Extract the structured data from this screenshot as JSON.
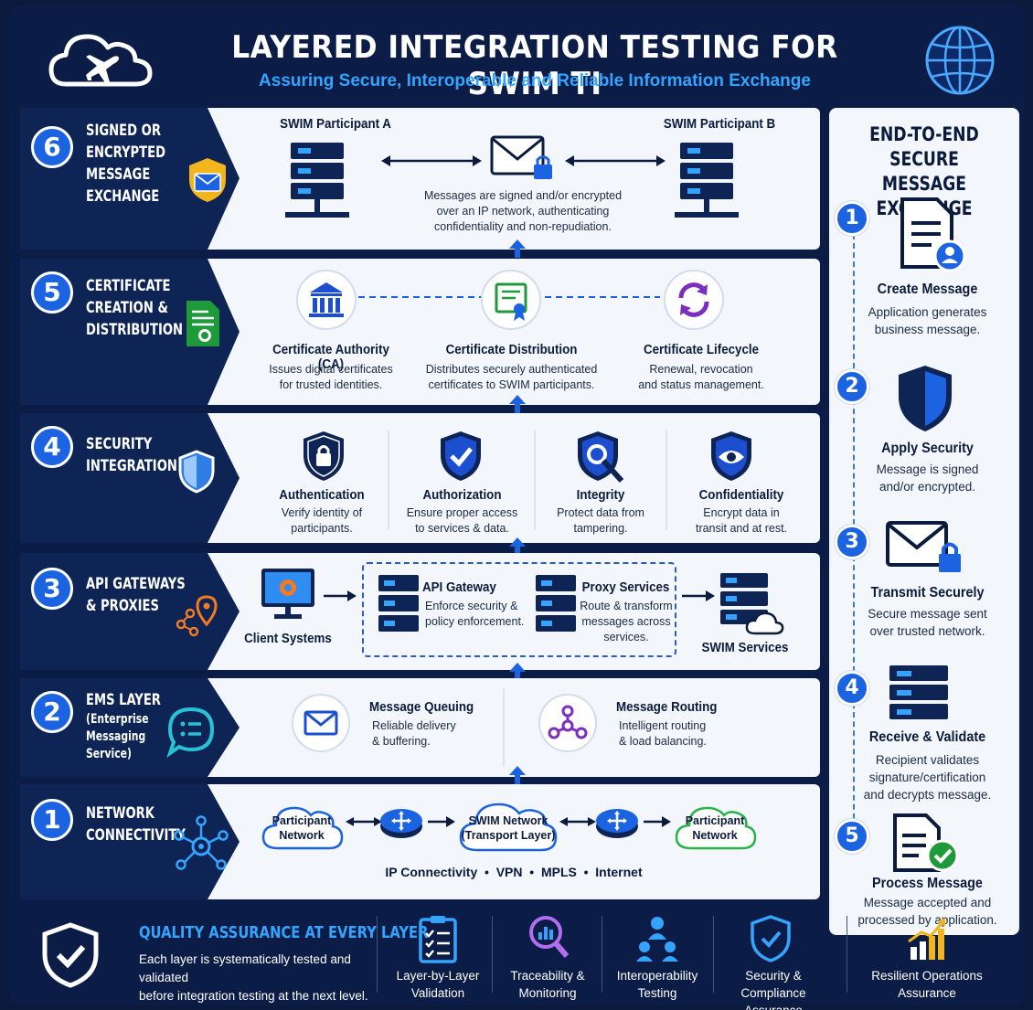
{
  "header": {
    "title": "LAYERED INTEGRATION TESTING FOR SWIM TI",
    "subtitle": "Assuring Secure, Interoperable and Reliable Information Exchange"
  },
  "layers": {
    "l6": {
      "number": "6",
      "title_lines": [
        "SIGNED OR",
        "ENCRYPTED",
        "MESSAGE",
        "EXCHANGE"
      ],
      "participant_a": "SWIM Participant A",
      "participant_b": "SWIM Participant B",
      "description_lines": [
        "Messages are signed and/or encrypted",
        "over an IP network, authenticating",
        "confidentiality and non-repudiation."
      ]
    },
    "l5": {
      "number": "5",
      "title_lines": [
        "CERTIFICATE",
        "CREATION &",
        "DISTRIBUTION"
      ],
      "items": [
        {
          "title": "Certificate Authority (CA)",
          "desc_lines": [
            "Issues digital certificates",
            "for trusted identities."
          ]
        },
        {
          "title": "Certificate Distribution",
          "desc_lines": [
            "Distributes securely authenticated",
            "certificates to SWIM participants."
          ]
        },
        {
          "title": "Certificate Lifecycle",
          "desc_lines": [
            "Renewal, revocation",
            "and status management."
          ]
        }
      ]
    },
    "l4": {
      "number": "4",
      "title_lines": [
        "SECURITY",
        "INTEGRATION"
      ],
      "items": [
        {
          "title": "Authentication",
          "desc_lines": [
            "Verify identity of",
            "participants."
          ]
        },
        {
          "title": "Authorization",
          "desc_lines": [
            "Ensure proper access",
            "to services & data."
          ]
        },
        {
          "title": "Integrity",
          "desc_lines": [
            "Protect data from",
            "tampering."
          ]
        },
        {
          "title": "Confidentiality",
          "desc_lines": [
            "Encrypt data in",
            "transit and at rest."
          ]
        }
      ]
    },
    "l3": {
      "number": "3",
      "title_lines": [
        "API GATEWAYS",
        "& PROXIES"
      ],
      "client": "Client Systems",
      "gateway_title": "API Gateway",
      "gateway_desc_lines": [
        "Enforce security &",
        "policy enforcement."
      ],
      "proxy_title": "Proxy Services",
      "proxy_desc_lines": [
        "Route & transform",
        "messages across",
        "services."
      ],
      "services": "SWIM Services"
    },
    "l2": {
      "number": "2",
      "title_lines": [
        "EMS LAYER"
      ],
      "sub_lines": [
        "(Enterprise",
        "Messaging",
        "Service)"
      ],
      "items": [
        {
          "title": "Message Queuing",
          "desc_lines": [
            "Reliable delivery",
            "& buffering."
          ]
        },
        {
          "title": "Message Routing",
          "desc_lines": [
            "Intelligent routing",
            "& load balancing."
          ]
        }
      ]
    },
    "l1": {
      "number": "1",
      "title_lines": [
        "NETWORK",
        "CONNECTIVITY"
      ],
      "left_cloud_lines": [
        "Participant",
        "Network"
      ],
      "center_cloud_lines": [
        "SWIM Network",
        "(Transport Layer)"
      ],
      "right_cloud_lines": [
        "Participant",
        "Network"
      ],
      "connectivity": "IP Connectivity  •  VPN  •  MPLS  •  Internet"
    }
  },
  "panel": {
    "title_lines": [
      "END-TO-END SECURE",
      "MESSAGE EXCHANGE"
    ],
    "steps": [
      {
        "number": "1",
        "title": "Create Message",
        "desc_lines": [
          "Application generates",
          "business message."
        ]
      },
      {
        "number": "2",
        "title": "Apply Security",
        "desc_lines": [
          "Message is signed",
          "and/or encrypted."
        ]
      },
      {
        "number": "3",
        "title": "Transmit Securely",
        "desc_lines": [
          "Secure message sent",
          "over trusted network."
        ]
      },
      {
        "number": "4",
        "title": "Receive & Validate",
        "desc_lines": [
          "Recipient validates",
          "signature/certification",
          "and decrypts message."
        ]
      },
      {
        "number": "5",
        "title": "Process Message",
        "desc_lines": [
          "Message accepted and",
          "processed by application."
        ]
      }
    ]
  },
  "footer": {
    "title": "QUALITY ASSURANCE AT EVERY LAYER",
    "desc_lines": [
      "Each layer is systematically tested and validated",
      "before integration testing at the next level."
    ],
    "items": [
      {
        "label_lines": [
          "Layer-by-Layer",
          "Validation"
        ],
        "icon": "checklist-icon"
      },
      {
        "label_lines": [
          "Traceability &",
          "Monitoring"
        ],
        "icon": "magnifier-chart-icon"
      },
      {
        "label_lines": [
          "Interoperability",
          "Testing"
        ],
        "icon": "network-hierarchy-icon"
      },
      {
        "label_lines": [
          "Security & Compliance",
          "Assurance"
        ],
        "icon": "shield-check-icon"
      },
      {
        "label_lines": [
          "Resilient Operations",
          "Assurance"
        ],
        "icon": "growth-chart-icon"
      }
    ]
  },
  "colors": {
    "navy": "#0b1d46",
    "accent_blue": "#1b63e0",
    "light_blue": "#35a4ff",
    "panel_bg": "#f3f6fb"
  }
}
